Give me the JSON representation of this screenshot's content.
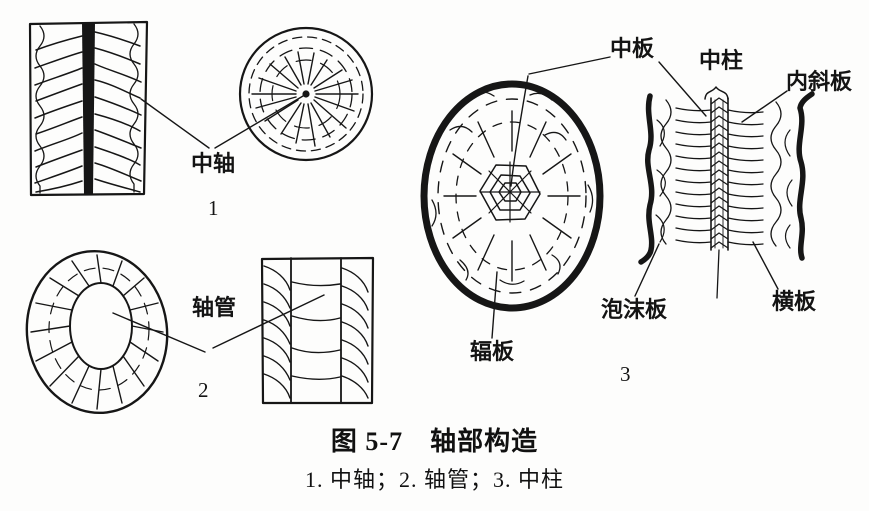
{
  "figure": {
    "caption": "图 5-7　轴部构造",
    "legend": "1. 中轴；2. 轴管；3. 中柱",
    "panel1": {
      "number": "1",
      "label_zhongzhou": "中轴"
    },
    "panel2": {
      "number": "2",
      "label_zhouguan": "轴管"
    },
    "panel3": {
      "number": "3",
      "label_zhongban": "中板",
      "label_zhongzhu": "中柱",
      "label_neixieban": "内斜板",
      "label_paomoban": "泡沫板",
      "label_hengban": "横板",
      "label_fuban": "辐板"
    }
  }
}
